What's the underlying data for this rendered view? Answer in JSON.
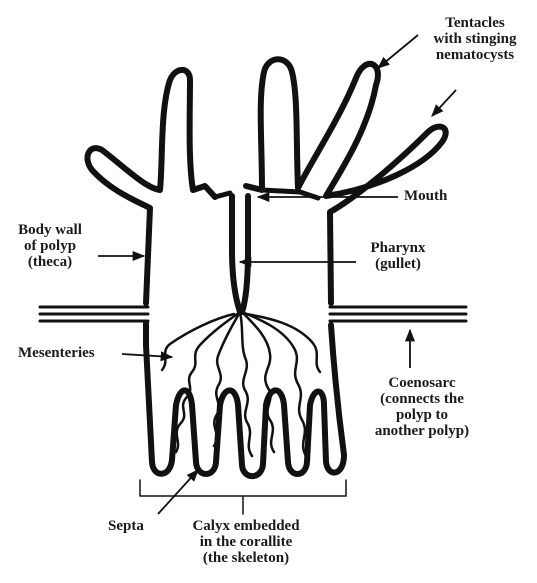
{
  "labels": {
    "tentacles": {
      "line1": "Tentacles",
      "line2": "with stinging",
      "line3": "nematocysts"
    },
    "mouth": "Mouth",
    "body_wall": {
      "line1": "Body wall",
      "line2": "of polyp",
      "line3": "(theca)"
    },
    "pharynx": {
      "line1": "Pharynx",
      "line2": "(gullet)"
    },
    "mesenteries": "Mesenteries",
    "coenosarc": {
      "line1": "Coenosarc",
      "line2": "(connects the",
      "line3": "polyp to",
      "line4": "another polyp)"
    },
    "septa": "Septa",
    "calyx": {
      "line1": "Calyx embedded",
      "line2": "in the corallite",
      "line3": "(the skeleton)"
    }
  },
  "colors": {
    "ink": "#111111",
    "text": "#1a1a1a",
    "background": "#ffffff"
  }
}
